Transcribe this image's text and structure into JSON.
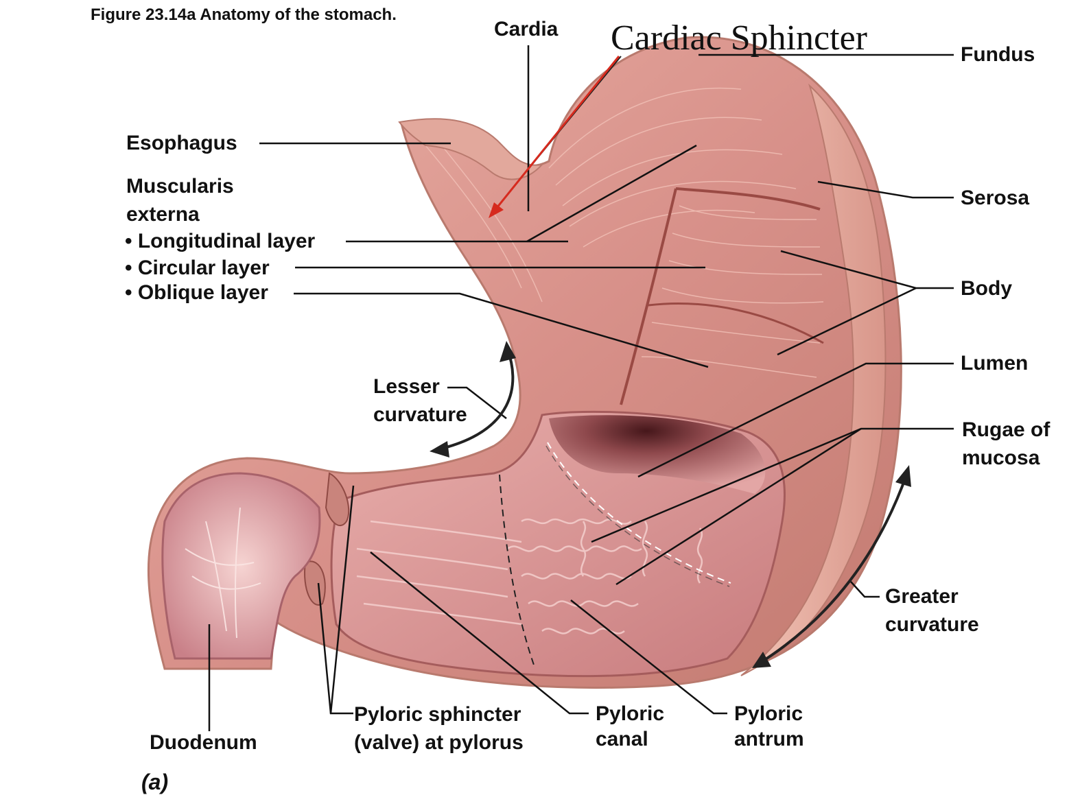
{
  "figure": {
    "title": "Figure 23.14a  Anatomy of the stomach.",
    "panel_label": "(a)"
  },
  "annotation": {
    "handwritten": "Cardiac Sphincter",
    "arrow_color": "#d62a1e"
  },
  "labels": {
    "cardia": "Cardia",
    "fundus": "Fundus",
    "esophagus": "Esophagus",
    "muscularis": "Muscularis\nexterna",
    "longitudinal": "• Longitudinal layer",
    "circular": "• Circular layer",
    "oblique": "• Oblique layer",
    "serosa": "Serosa",
    "body": "Body",
    "lumen": "Lumen",
    "rugae": "Rugae of\nmucosa",
    "lesser": "Lesser\ncurvature",
    "greater": "Greater\ncurvature",
    "duodenum": "Duodenum",
    "pyloric_sphincter": "Pyloric sphincter\n(valve) at pylorus",
    "pyloric_canal": "Pyloric\ncanal",
    "pyloric_antrum": "Pyloric\nantrum"
  },
  "colors": {
    "muscle": "#d99488",
    "muscle_dark": "#b5625a",
    "mucosa": "#e8a8a4",
    "lumen_dark": "#5a1e22",
    "serosa_rim": "#e9b0a0",
    "leader": "#111111"
  }
}
